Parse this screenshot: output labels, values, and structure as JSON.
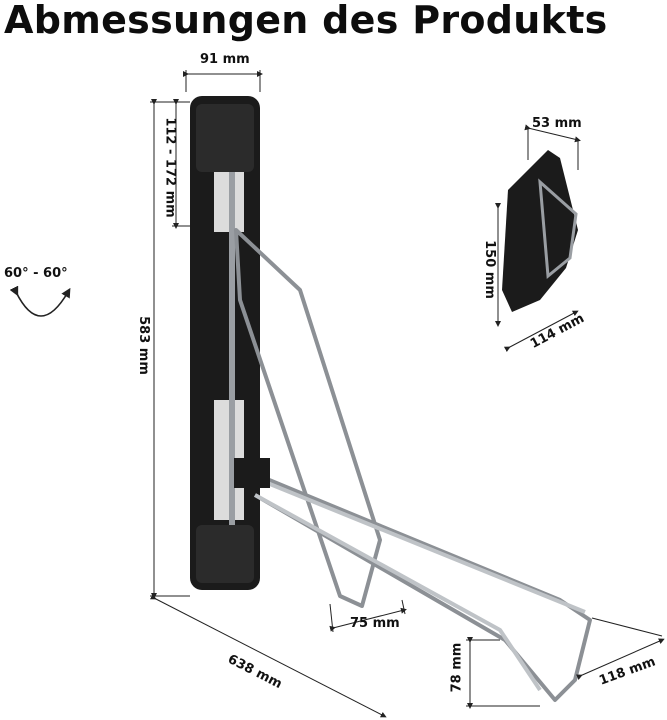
{
  "title": "Abmessungen des Produkts",
  "dimensions": {
    "width_top": "91 mm",
    "top_section": "112 - 172 mm",
    "total_height": "583 mm",
    "rotation": "60° - 60°",
    "depth": "638 mm",
    "hook_gap": "75 mm",
    "arm_height": "78 mm",
    "arm_width": "118 mm",
    "clip_width": "53 mm",
    "clip_height": "150 mm",
    "clip_depth": "114 mm"
  },
  "colors": {
    "rack_body": "#1b1b1b",
    "wire": "#bfc3c7",
    "dimension_line": "#222222"
  }
}
